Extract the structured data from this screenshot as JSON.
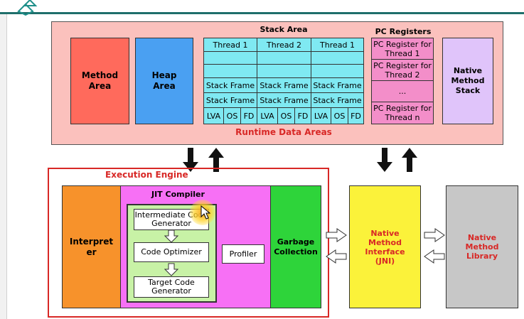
{
  "runtime": {
    "label": "Runtime Data Areas",
    "method_area": "Method\nArea",
    "heap_area": "Heap\nArea",
    "stack_area": {
      "title": "Stack Area",
      "threads": [
        "Thread 1",
        "Thread 2",
        "Thread 1"
      ],
      "stack_frame": "Stack Frame",
      "cols": [
        "LVA",
        "OS",
        "FD"
      ]
    },
    "pc_registers": {
      "title": "PC Registers",
      "items": [
        "PC Register for\nThread 1",
        "PC Register for\nThread 2",
        "...",
        "PC Register for\nThread n"
      ]
    },
    "native_method_stack": "Native\nMethod\nStack"
  },
  "execution_engine": {
    "label": "Execution Engine",
    "interpreter": "Interpret\ner",
    "jit_compiler": {
      "title": "JIT Compiler",
      "intermediate": "Intermediate Code\nGenerator",
      "optimizer": "Code Optimizer",
      "target": "Target Code\nGenerator",
      "profiler": "Profiler"
    },
    "garbage_collection": "Garbage\nCollection"
  },
  "jni": "Native\nMethod\nInterface\n(JNI)",
  "native_library": "Native\nMethod\nLibrary",
  "colors": {
    "runtime_bg": "#fbc1bd",
    "method_area": "#ff6a5c",
    "heap_area": "#4aa0f2",
    "stack_cell": "#7fe9f2",
    "pc_register": "#f38ec9",
    "native_stack": "#e0c4fa",
    "interpreter": "#f7922b",
    "jit": "#f770f5",
    "jit_inner": "#c8f2a6",
    "gc": "#2ed43a",
    "jni": "#fbf23a",
    "native_lib": "#c7c7c7",
    "accent_red": "#d82826"
  }
}
